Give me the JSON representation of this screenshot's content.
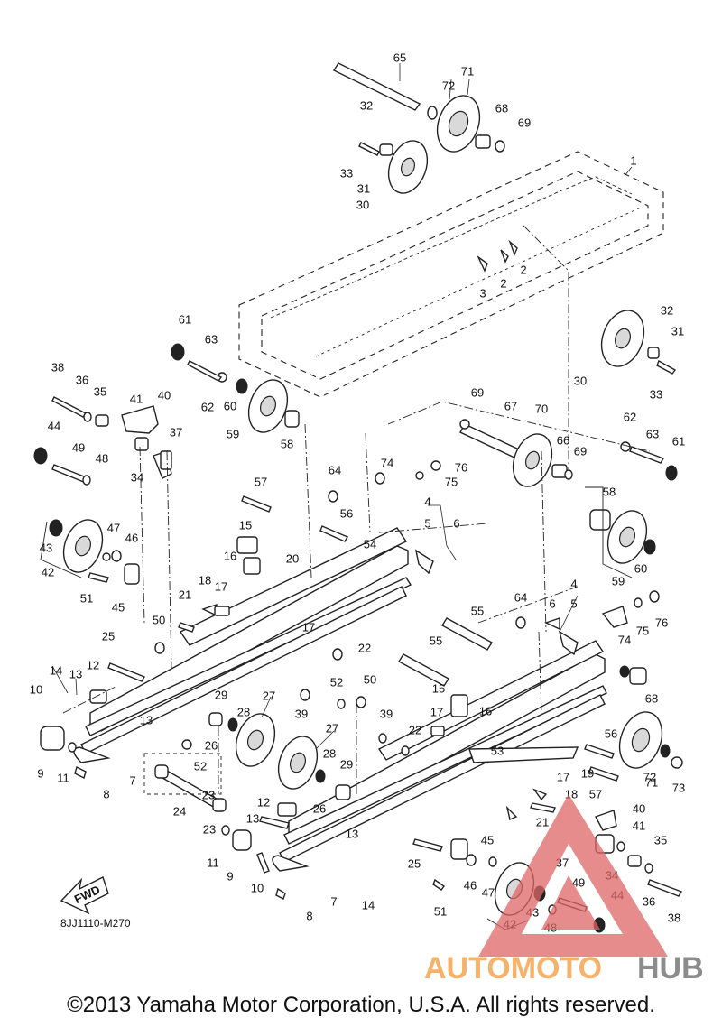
{
  "diagram_code": "8JJ1110-M270",
  "fwd_label": "FWD",
  "copyright": "©2013 Yamaha Motor Corporation, U.S.A. All rights reserved.",
  "watermark": {
    "part1": "AUTOMOTO",
    "part2": "HUB",
    "color1": "#f6b26b",
    "color2": "#8c8c8c",
    "triangle_color": "#e06666"
  },
  "callouts": [
    "1",
    "2",
    "2",
    "3",
    "4",
    "5",
    "6",
    "4",
    "5",
    "6",
    "7",
    "7",
    "8",
    "8",
    "9",
    "9",
    "10",
    "10",
    "11",
    "11",
    "12",
    "12",
    "13",
    "13",
    "13",
    "13",
    "14",
    "14",
    "15",
    "15",
    "16",
    "16",
    "17",
    "17",
    "17",
    "17",
    "18",
    "18",
    "19",
    "20",
    "21",
    "21",
    "22",
    "22",
    "23",
    "23",
    "24",
    "25",
    "25",
    "26",
    "26",
    "27",
    "27",
    "28",
    "28",
    "29",
    "29",
    "30",
    "30",
    "31",
    "31",
    "32",
    "32",
    "33",
    "33",
    "34",
    "34",
    "35",
    "35",
    "36",
    "36",
    "37",
    "37",
    "38",
    "38",
    "39",
    "39",
    "40",
    "40",
    "41",
    "41",
    "42",
    "42",
    "43",
    "43",
    "44",
    "44",
    "45",
    "45",
    "46",
    "46",
    "47",
    "47",
    "48",
    "48",
    "49",
    "49",
    "50",
    "50",
    "51",
    "51",
    "52",
    "52",
    "53",
    "54",
    "55",
    "55",
    "56",
    "56",
    "57",
    "57",
    "58",
    "58",
    "59",
    "59",
    "60",
    "60",
    "61",
    "61",
    "62",
    "62",
    "63",
    "63",
    "64",
    "64",
    "65",
    "66",
    "67",
    "68",
    "68",
    "69",
    "69",
    "69",
    "70",
    "71",
    "71",
    "72",
    "72",
    "73",
    "74",
    "74",
    "75",
    "75",
    "76",
    "76"
  ]
}
